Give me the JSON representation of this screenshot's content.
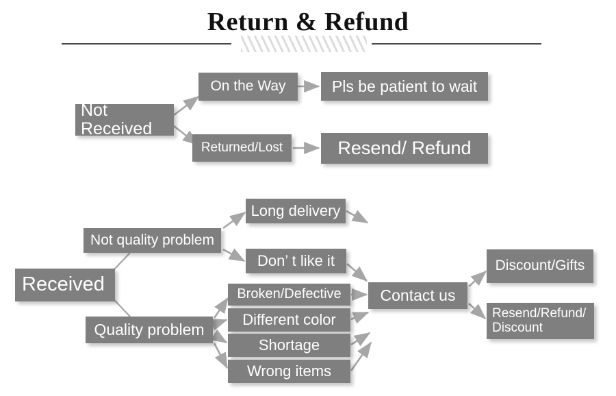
{
  "header": {
    "title": "Return & Refund",
    "divider": {
      "hatch_icon": "diagonal-hatch-ornament"
    }
  },
  "flow": {
    "not_received_branch": {
      "root": {
        "id": "not-received",
        "label": "Not Received"
      },
      "steps": [
        {
          "id": "on-the-way",
          "label": "On the Way",
          "result": {
            "id": "pls-be-patient",
            "label": "Pls be patient to wait"
          }
        },
        {
          "id": "returned-lost",
          "label": "Returned/Lost",
          "result": {
            "id": "resend-refund",
            "label": "Resend/ Refund"
          }
        }
      ]
    },
    "received_branch": {
      "root": {
        "id": "received",
        "label": "Received"
      },
      "categories": [
        {
          "id": "not-quality-problem",
          "label": "Not quality problem",
          "reasons": [
            {
              "id": "long-delivery",
              "label": "Long delivery"
            },
            {
              "id": "dont-like-it",
              "label": "Don’  t like it"
            }
          ]
        },
        {
          "id": "quality-problem",
          "label": "Quality problem",
          "reasons": [
            {
              "id": "broken-defective",
              "label": "Broken/Defective"
            },
            {
              "id": "different-color",
              "label": "Different color"
            },
            {
              "id": "shortage",
              "label": "Shortage"
            },
            {
              "id": "wrong-items",
              "label": "Wrong items"
            }
          ]
        }
      ],
      "action": {
        "id": "contact-us",
        "label": "Contact us"
      },
      "outcomes": [
        {
          "id": "discount-gifts",
          "label": "Discount/Gifts"
        },
        {
          "id": "resend-refund-discount",
          "label": "Resend/Refund/\nDiscount"
        }
      ]
    }
  },
  "style": {
    "box_fill": "#7f7f7f",
    "box_text": "#ffffff",
    "arrow_color": "#a6a6a6",
    "rule_color": "#4a4a4a",
    "hatch_color": "#dcdcdc",
    "page_background": "#ffffff"
  }
}
